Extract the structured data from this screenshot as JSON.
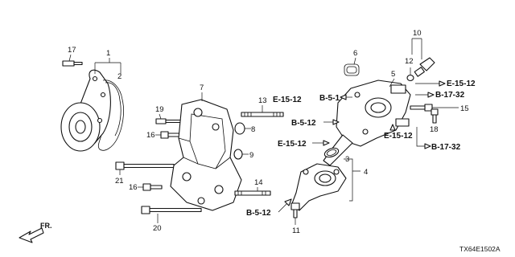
{
  "callouts": {
    "c1": "1",
    "c2": "2",
    "c3": "3",
    "c4": "4",
    "c5": "5",
    "c6": "6",
    "c7": "7",
    "c8": "8",
    "c9": "9",
    "c10": "10",
    "c11": "11",
    "c12": "12",
    "c13": "13",
    "c14": "14",
    "c15": "15",
    "c16a": "16",
    "c16b": "16",
    "c17": "17",
    "c18": "18",
    "c19": "19",
    "c20": "20",
    "c21": "21"
  },
  "references": {
    "e1512_top_right": "E-15-12",
    "b1732_upper": "B-17-32",
    "e1512_mid": "E-15-12",
    "b51_top": "B-5-1",
    "b512_mid": "B-5-12",
    "e1512_left": "E-15-12",
    "e1512_lower_right": "E-15-12",
    "b1732_lower": "B-17-32",
    "b512_bottom": "B-5-12"
  },
  "direction_marker": {
    "label": "FR.",
    "icon": "front-direction-arrow-icon"
  },
  "diagram_code": "TX64E1502A"
}
